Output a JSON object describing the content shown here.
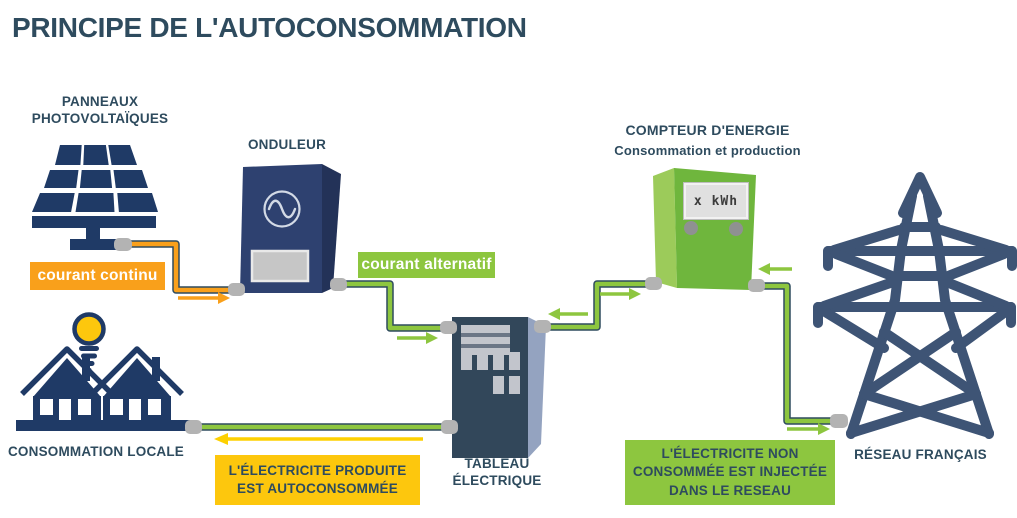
{
  "title": "PRINCIPE DE L'AUTOCONSOMMATION",
  "labels": {
    "panels": "PANNEAUX\nPHOTOVOLTAÏQUES",
    "inverter": "ONDULEUR",
    "meter_title": "COMPTEUR D'ENERGIE",
    "meter_subtitle": "Consommation et production",
    "meter_display": "x kWh",
    "grid": "RÉSEAU FRANÇAIS",
    "board": "TABLEAU\nÉLECTRIQUE",
    "local": "CONSOMMATION LOCALE"
  },
  "badges": {
    "dc": "courant continu",
    "ac": "courant alternatif",
    "self_consumed": "L'ÉLECTRICITE PRODUITE\nEST AUTOCONSOMMÉE",
    "injected": "L'ÉLECTRICITE NON\nCONSOMMÉE EST INJECTÉE\nDANS LE RESEAU"
  },
  "icons": {
    "panels": "solar-panel-icon",
    "inverter": "inverter-icon",
    "meter": "energy-meter-icon",
    "grid": "transmission-tower-icon",
    "board": "electrical-panel-icon",
    "local": "houses-lightbulb-icon"
  },
  "colors": {
    "heading": "#2e4b5e",
    "navy": "#1f3a66",
    "pylon": "#3e5475",
    "orange": "#f9a01b",
    "lime": "#8dc63f",
    "yellow": "#fdc70d",
    "arrow_yellow": "#fdd000",
    "board_front": "#32475a",
    "board_side": "#94a3c0",
    "inverter_front": "#2e4170",
    "inverter_side": "#233258",
    "meter_front": "#6fb63d",
    "meter_side": "#9ccb5a",
    "connector": "#b3b3b3",
    "wire_outline": "#2e4b5e",
    "display_grey": "#c6c6c6"
  }
}
